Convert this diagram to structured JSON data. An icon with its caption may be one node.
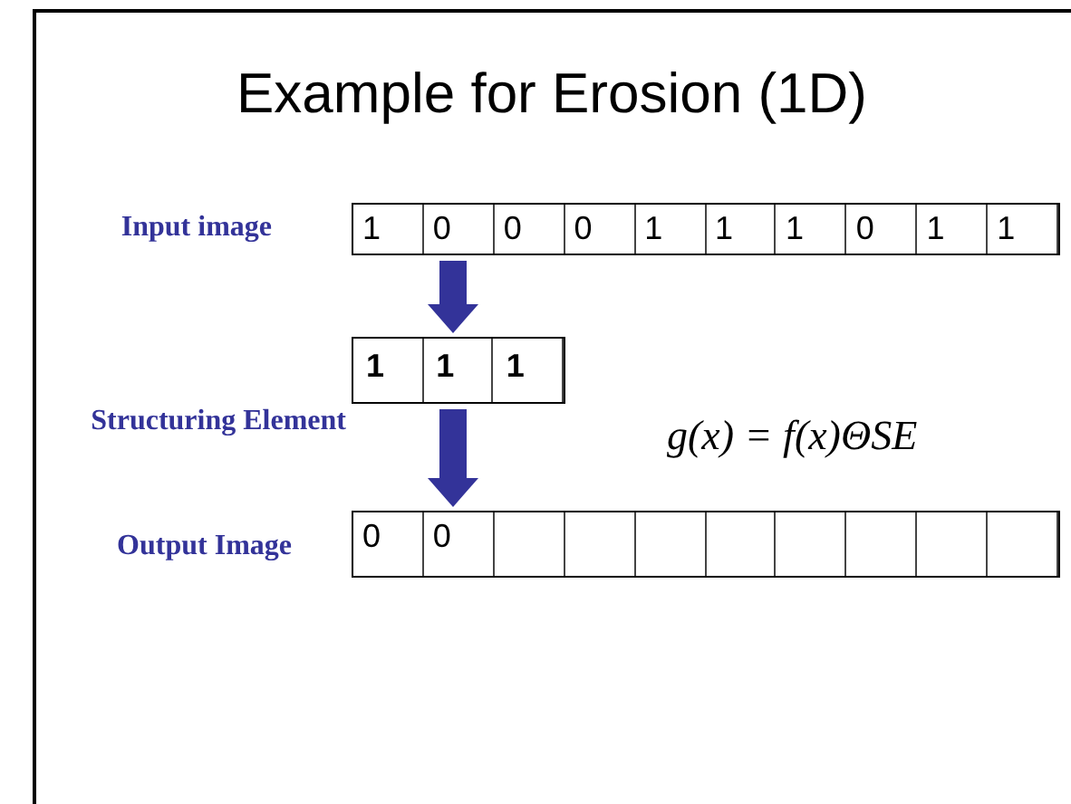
{
  "diagram": {
    "title": "Example for Erosion (1D)",
    "nodes": [
      {
        "text": [
          "1",
          "0",
          "0",
          "0",
          "1",
          "1",
          "1",
          "0",
          "1",
          "1"
        ],
        "beside": [
          "Input image"
        ]
      },
      {
        "text": [
          "1",
          "1",
          "1"
        ],
        "beside": [
          "Structuring Element"
        ]
      },
      {
        "text": [
          "0",
          "0"
        ],
        "beside": [
          "Output Image"
        ]
      }
    ],
    "edges": [
      {
        "from": 0,
        "to": 1,
        "arrow": "to"
      },
      {
        "from": 1,
        "to": 2,
        "arrow": "to"
      }
    ],
    "labels": [
      "g(x) = f(x)ΘSE"
    ]
  }
}
